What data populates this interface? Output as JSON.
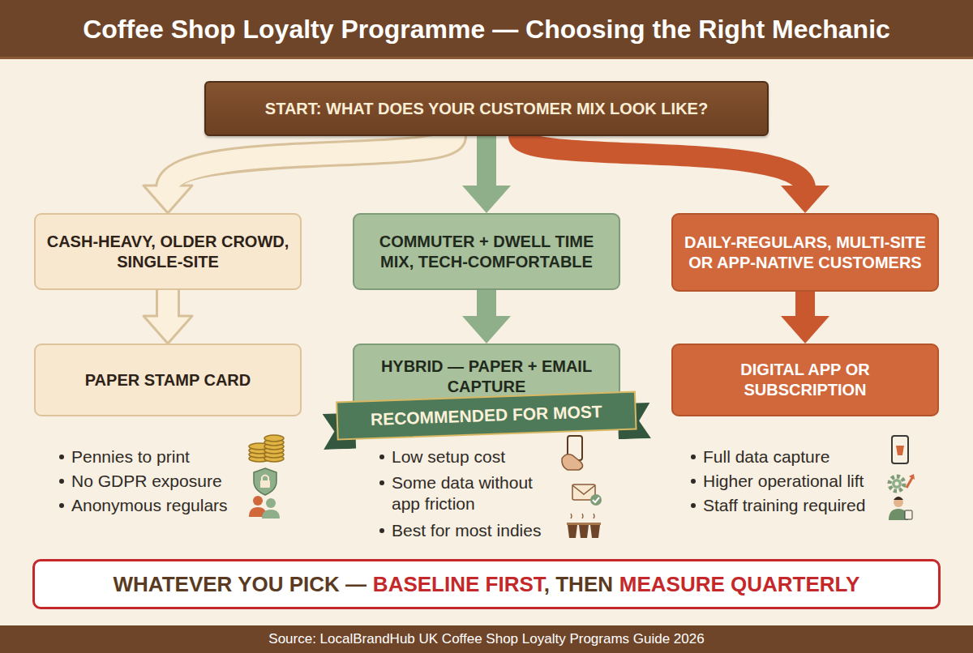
{
  "diagram": {
    "title": "Coffee Shop Loyalty Programme — Choosing the Right Mechanic",
    "caption": "Source: LocalBrandHub UK Coffee Shop Loyalty Programs Guide 2026",
    "nodes": [
      {
        "text": [
          "START: WHAT DOES YOUR CUSTOMER MIX LOOK LIKE?"
        ]
      },
      {
        "text": [
          "CASH-HEAVY, OLDER CROWD, SINGLE-SITE"
        ]
      },
      {
        "text": [
          "COMMUTER + DWELL TIME MIX, TECH-COMFORTABLE"
        ]
      },
      {
        "text": [
          "DAILY-REGULARS, MULTI-SITE OR APP-NATIVE CUSTOMERS"
        ]
      },
      {
        "text": [
          "PAPER STAMP CARD"
        ]
      },
      {
        "text": [
          "HYBRID — PAPER + EMAIL CAPTURE"
        ]
      },
      {
        "text": [
          "RECOMMENDED FOR MOST"
        ]
      },
      {
        "text": [
          "DIGITAL APP OR SUBSCRIPTION"
        ]
      },
      {
        "text": [
          "WHATEVER YOU PICK —",
          "BASELINE FIRST",
          ", THEN",
          "MEASURE QUARTERLY"
        ]
      }
    ],
    "edges": [
      {
        "from": 0,
        "to": 1,
        "arrow": "to"
      },
      {
        "from": 0,
        "to": 2,
        "arrow": "to"
      },
      {
        "from": 0,
        "to": 3,
        "arrow": "to"
      },
      {
        "from": 1,
        "to": 4,
        "arrow": "to"
      },
      {
        "from": 2,
        "to": 5,
        "arrow": "to"
      },
      {
        "from": 3,
        "to": 7,
        "arrow": "to"
      }
    ],
    "labels": [
      "Pennies to print",
      "No GDPR exposure",
      "Anonymous regulars",
      "Low setup cost",
      "Some data without app friction",
      "Best for most indies",
      "Full data capture",
      "Higher operational lift",
      "Staff training required"
    ]
  }
}
